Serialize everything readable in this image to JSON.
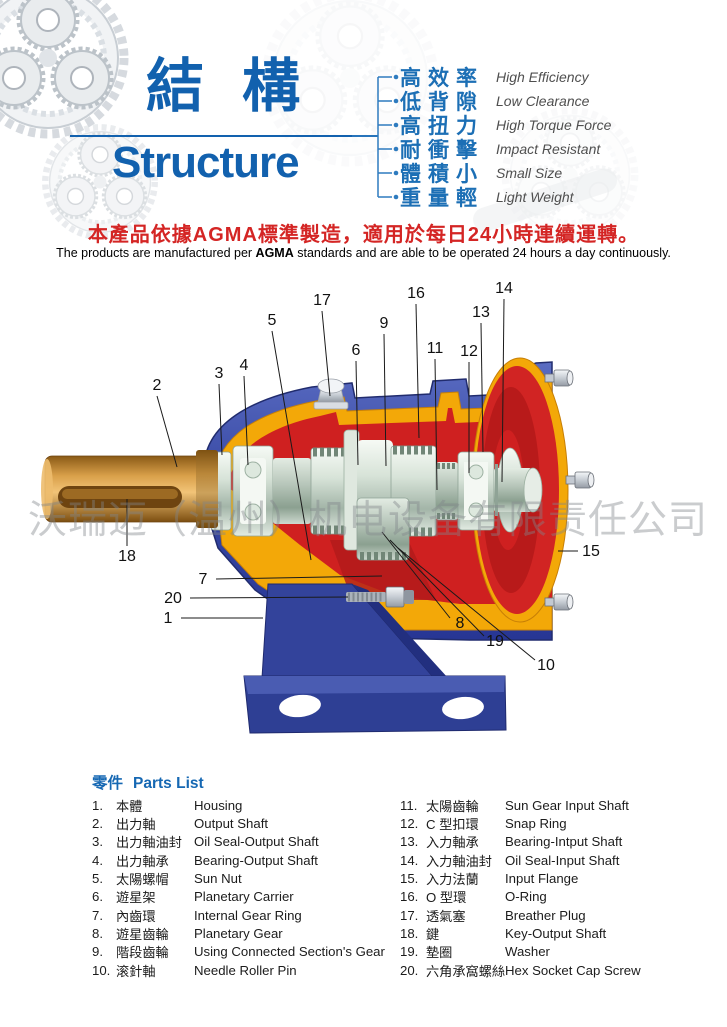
{
  "header": {
    "title_zh": "結構",
    "title_en": "Structure",
    "features": [
      {
        "zh": "高效率",
        "en": "High Efficiency"
      },
      {
        "zh": "低背隙",
        "en": "Low Clearance"
      },
      {
        "zh": "高扭力",
        "en": "High Torque Force"
      },
      {
        "zh": "耐衝擊",
        "en": "Impact Resistant"
      },
      {
        "zh": "體積小",
        "en": "Small Size"
      },
      {
        "zh": "重量輕",
        "en": "Light Weight"
      }
    ]
  },
  "notice": {
    "zh": "本產品依據AGMA標準製造，適用於每日24小時連續運轉。",
    "en_prefix": "The products are manufactured per ",
    "en_bold": "AGMA",
    "en_suffix": " standards and are able to be operated 24 hours a day continuously."
  },
  "diagram": {
    "watermark": "沃瑞迈（温州）机电设备有限责任公司",
    "callouts": [
      "1",
      "2",
      "3",
      "4",
      "5",
      "6",
      "7",
      "8",
      "9",
      "10",
      "11",
      "12",
      "13",
      "14",
      "15",
      "16",
      "17",
      "18",
      "19",
      "20"
    ]
  },
  "parts_list": {
    "title_zh": "零件",
    "title_en": "Parts List",
    "left": [
      {
        "no": "1.",
        "zh": "本體",
        "en": "Housing"
      },
      {
        "no": "2.",
        "zh": "出力軸",
        "en": "Output Shaft"
      },
      {
        "no": "3.",
        "zh": "出力軸油封",
        "en": "Oil Seal-Output Shaft"
      },
      {
        "no": "4.",
        "zh": "出力軸承",
        "en": "Bearing-Output Shaft"
      },
      {
        "no": "5.",
        "zh": "太陽螺帽",
        "en": "Sun Nut"
      },
      {
        "no": "6.",
        "zh": "遊星架",
        "en": "Planetary Carrier"
      },
      {
        "no": "7.",
        "zh": "內齒環",
        "en": "Internal Gear Ring"
      },
      {
        "no": "8.",
        "zh": "遊星齒輪",
        "en": "Planetary Gear"
      },
      {
        "no": "9.",
        "zh": "階段齒輪",
        "en": "Using Connected Section's Gear"
      },
      {
        "no": "10.",
        "zh": "滚針軸",
        "en": "Needle Roller Pin"
      }
    ],
    "right": [
      {
        "no": "11.",
        "zh": "太陽齒輪",
        "en": "Sun Gear Input Shaft"
      },
      {
        "no": "12.",
        "zh": "C 型扣環",
        "en": "Snap Ring"
      },
      {
        "no": "13.",
        "zh": "入力軸承",
        "en": "Bearing-Intput Shaft"
      },
      {
        "no": "14.",
        "zh": "入力軸油封",
        "en": "Oil Seal-Input Shaft"
      },
      {
        "no": "15.",
        "zh": "入力法蘭",
        "en": "Input Flange"
      },
      {
        "no": "16.",
        "zh": "O 型環",
        "en": "O-Ring"
      },
      {
        "no": "17.",
        "zh": "透氣塞",
        "en": "Breather Plug"
      },
      {
        "no": "18.",
        "zh": "鍵",
        "en": "Key-Output Shaft"
      },
      {
        "no": "19.",
        "zh": "墊圈",
        "en": "Washer"
      },
      {
        "no": "20.",
        "zh": "六角承窩螺絲",
        "en": "Hex Socket Cap Screw"
      }
    ]
  },
  "colors": {
    "accent_blue": "#1261ae",
    "feature_blue": "#1c6fb5",
    "notice_red": "#d42524",
    "housing_blue": "#3a4ba6",
    "cut_yellow": "#f3a808",
    "cavity_red": "#cf2020",
    "shaft_brass": "#d9a04a",
    "metal_silver": "#cfdcd2"
  }
}
